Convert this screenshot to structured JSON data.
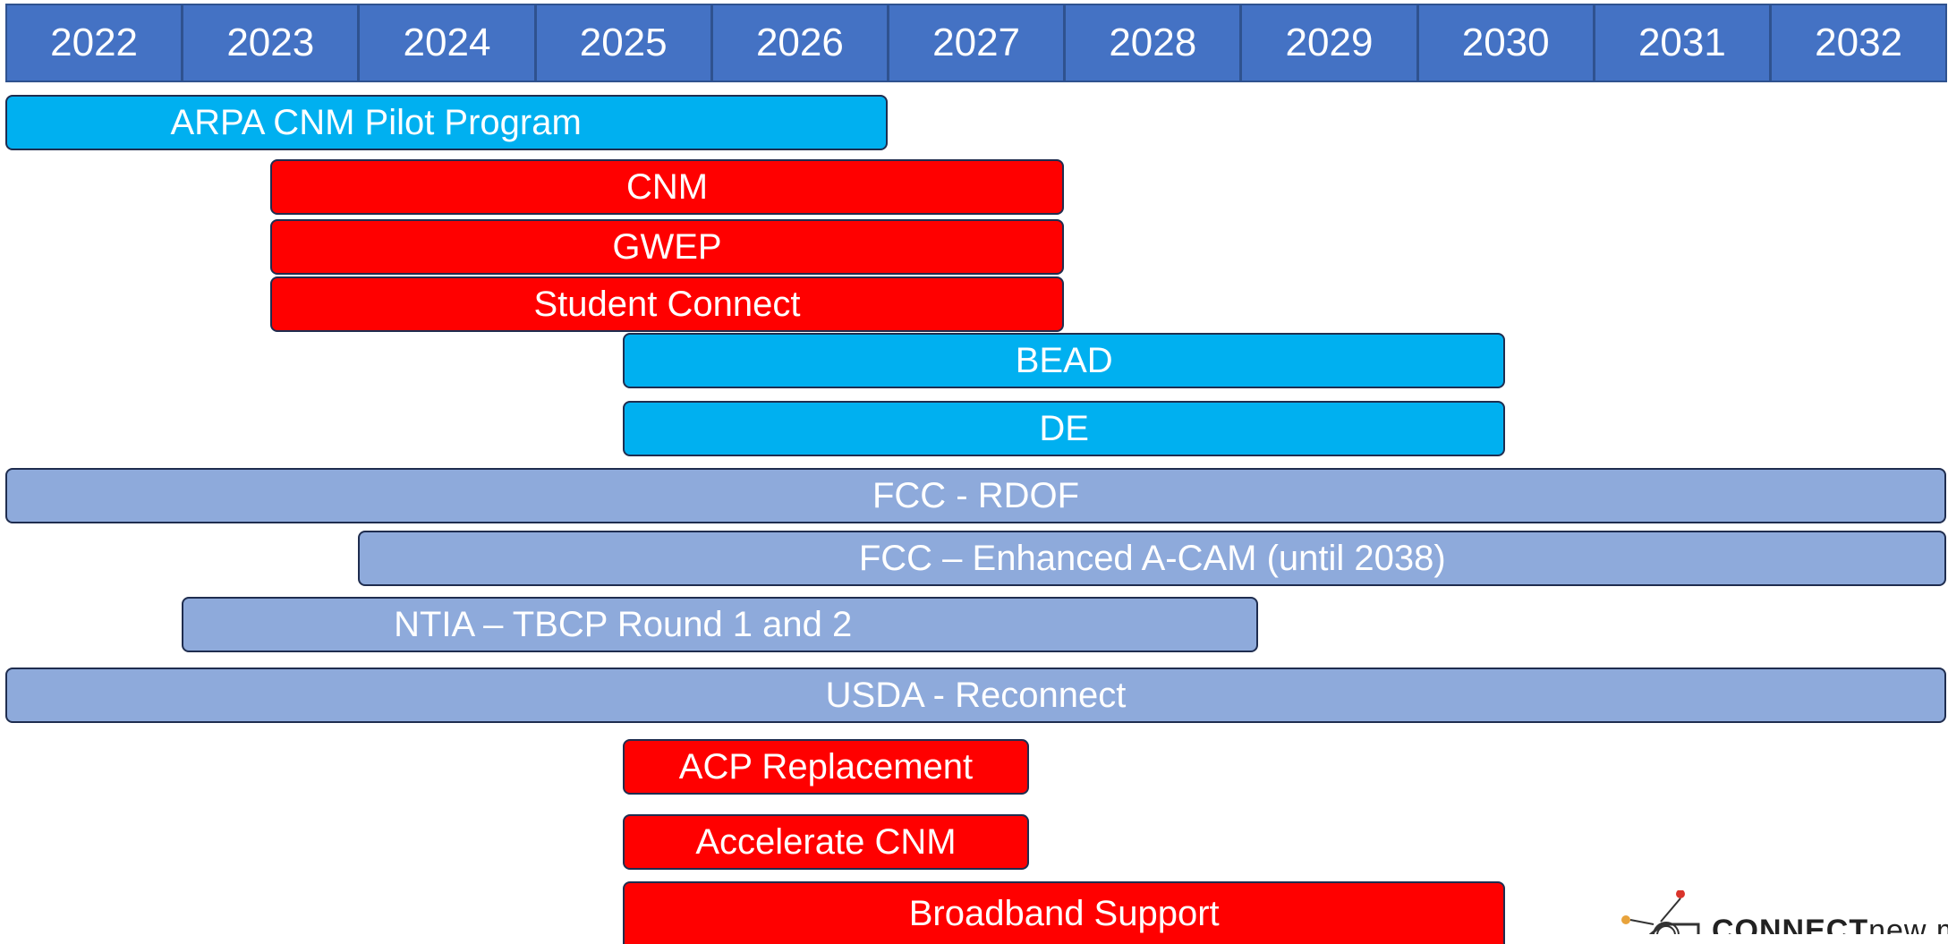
{
  "years": [
    "2022",
    "2023",
    "2024",
    "2025",
    "2026",
    "2027",
    "2028",
    "2029",
    "2030",
    "2031",
    "2032"
  ],
  "colors": {
    "header_bg": "#4472c4",
    "header_border": "#2f528f",
    "cyan": "#00b0f0",
    "red": "#ff0000",
    "steel": "#8eaadb",
    "text": "#ffffff"
  },
  "programs": [
    {
      "label": "ARPA CNM Pilot Program",
      "color": "cyan",
      "start": 2022.0,
      "end": 2027.0,
      "label_center": 2024.1
    },
    {
      "label": "CNM",
      "color": "red",
      "start": 2023.5,
      "end": 2028.0
    },
    {
      "label": "GWEP",
      "color": "red",
      "start": 2023.5,
      "end": 2028.0
    },
    {
      "label": "Student Connect",
      "color": "red",
      "start": 2023.5,
      "end": 2028.0
    },
    {
      "label": "BEAD",
      "color": "cyan",
      "start": 2025.5,
      "end": 2030.5
    },
    {
      "label": "DE",
      "color": "cyan",
      "start": 2025.5,
      "end": 2030.5
    },
    {
      "label": "FCC - RDOF",
      "color": "steel",
      "start": 2022.0,
      "end": 2033.0
    },
    {
      "label": "FCC – Enhanced A-CAM (until 2038)",
      "color": "steel",
      "start": 2024.0,
      "end": 2033.0,
      "label_center": 2028.5
    },
    {
      "label": "NTIA – TBCP Round 1 and 2",
      "color": "steel",
      "start": 2023.0,
      "end": 2029.1,
      "label_center": 2025.5
    },
    {
      "label": "USDA - Reconnect",
      "color": "steel",
      "start": 2022.0,
      "end": 2033.0
    },
    {
      "label": "ACP Replacement",
      "color": "red",
      "start": 2025.5,
      "end": 2027.8
    },
    {
      "label": "Accelerate CNM",
      "color": "red",
      "start": 2025.5,
      "end": 2027.8
    },
    {
      "label": "Broadband Support",
      "color": "red",
      "start": 2025.5,
      "end": 2030.5
    }
  ],
  "logo": {
    "bold_text": "CONNECT",
    "thin_text": "new m"
  }
}
